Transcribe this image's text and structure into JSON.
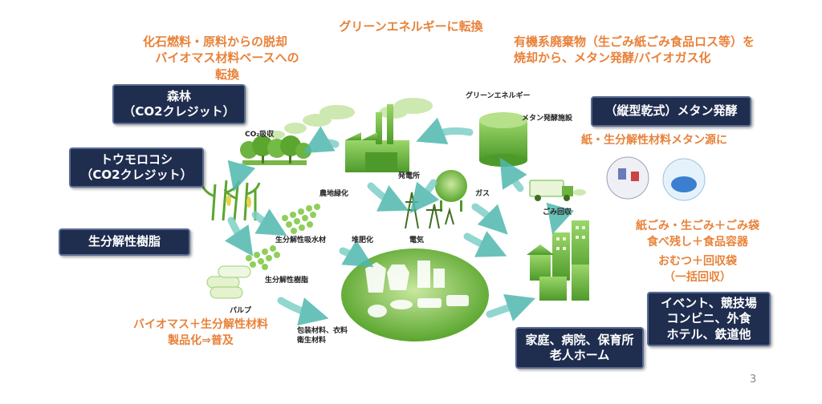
{
  "headings": {
    "green_energy": "グリーンエネルギーに転換",
    "fossil": [
      "化石燃料・原料からの脱却",
      "バイオマス材料ベースへの転換"
    ],
    "organic": [
      "有機系廃棄物（生ごみ紙ごみ食品ロス等）を",
      "焼却から、メタン発酵/バイオガス化"
    ]
  },
  "boxes": {
    "forest": [
      "森林",
      "（CO2クレジット）"
    ],
    "corn": [
      "トウモロコシ",
      "（CO2クレジット）"
    ],
    "resin": [
      "生分解性樹脂"
    ],
    "methane": [
      "（縦型乾式）メタン発酵"
    ],
    "homes": [
      "家庭、病院、保育所",
      "老人ホーム"
    ],
    "events": [
      "イベント、競技場",
      "コンビニ、外食",
      "ホテル、鉄道他"
    ]
  },
  "orange_notes": {
    "paper_source": "紙・生分解性材料メタン源に",
    "waste": [
      "紙ごみ・生ごみ＋ごみ袋",
      "食べ残し＋食品容器"
    ],
    "diapers": [
      "おむつ＋回収袋",
      "（一括回収）"
    ],
    "bio_products": [
      "バイオマス＋生分解性材料",
      "製品化⇒普及"
    ]
  },
  "small_labels": {
    "co2_absorb": "CO₂吸収",
    "green_energy_small": "グリーンエネルギー",
    "methane_facility": "メタン発酵施設",
    "power_plant": "発電所",
    "gas": "ガス",
    "greening": "農地緑化",
    "garbage_collection": "ごみ回収",
    "bio_absorb": "生分解性吸水材",
    "compost": "堆肥化",
    "electricity": "電気",
    "bio_resin_small": "生分解性樹脂",
    "pulp": "パルプ",
    "packaging": [
      "包装材料、衣料",
      "衛生材料"
    ]
  },
  "page_number": "3",
  "colors": {
    "navy": "#1f2d4f",
    "orange": "#e8823a",
    "green": "#6cb33f",
    "teal_arrow": "#7fd0c8"
  }
}
